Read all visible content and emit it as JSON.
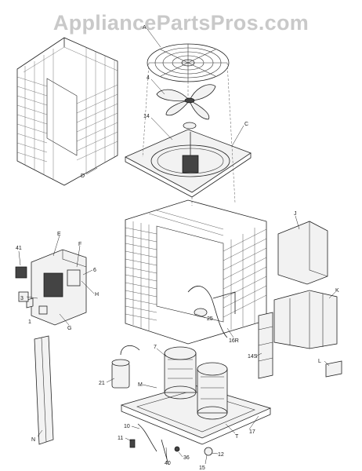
{
  "watermark": "AppliancePartsPros.com",
  "labels": {
    "A": "A",
    "4": "4",
    "14": "14",
    "C": "C",
    "D": "D",
    "E": "E",
    "F": "F",
    "G": "G",
    "H": "H",
    "J": "J",
    "K": "K",
    "L": "L",
    "M": "M",
    "N": "N",
    "T": "T",
    "41": "41",
    "3": "3",
    "1": "1",
    "6": "6",
    "25": "25",
    "16R": "16R",
    "14S": "14S",
    "21": "21",
    "10": "10",
    "11": "11",
    "40": "40",
    "36": "36",
    "12": "12",
    "15": "15",
    "17": "17",
    "7": "7"
  }
}
